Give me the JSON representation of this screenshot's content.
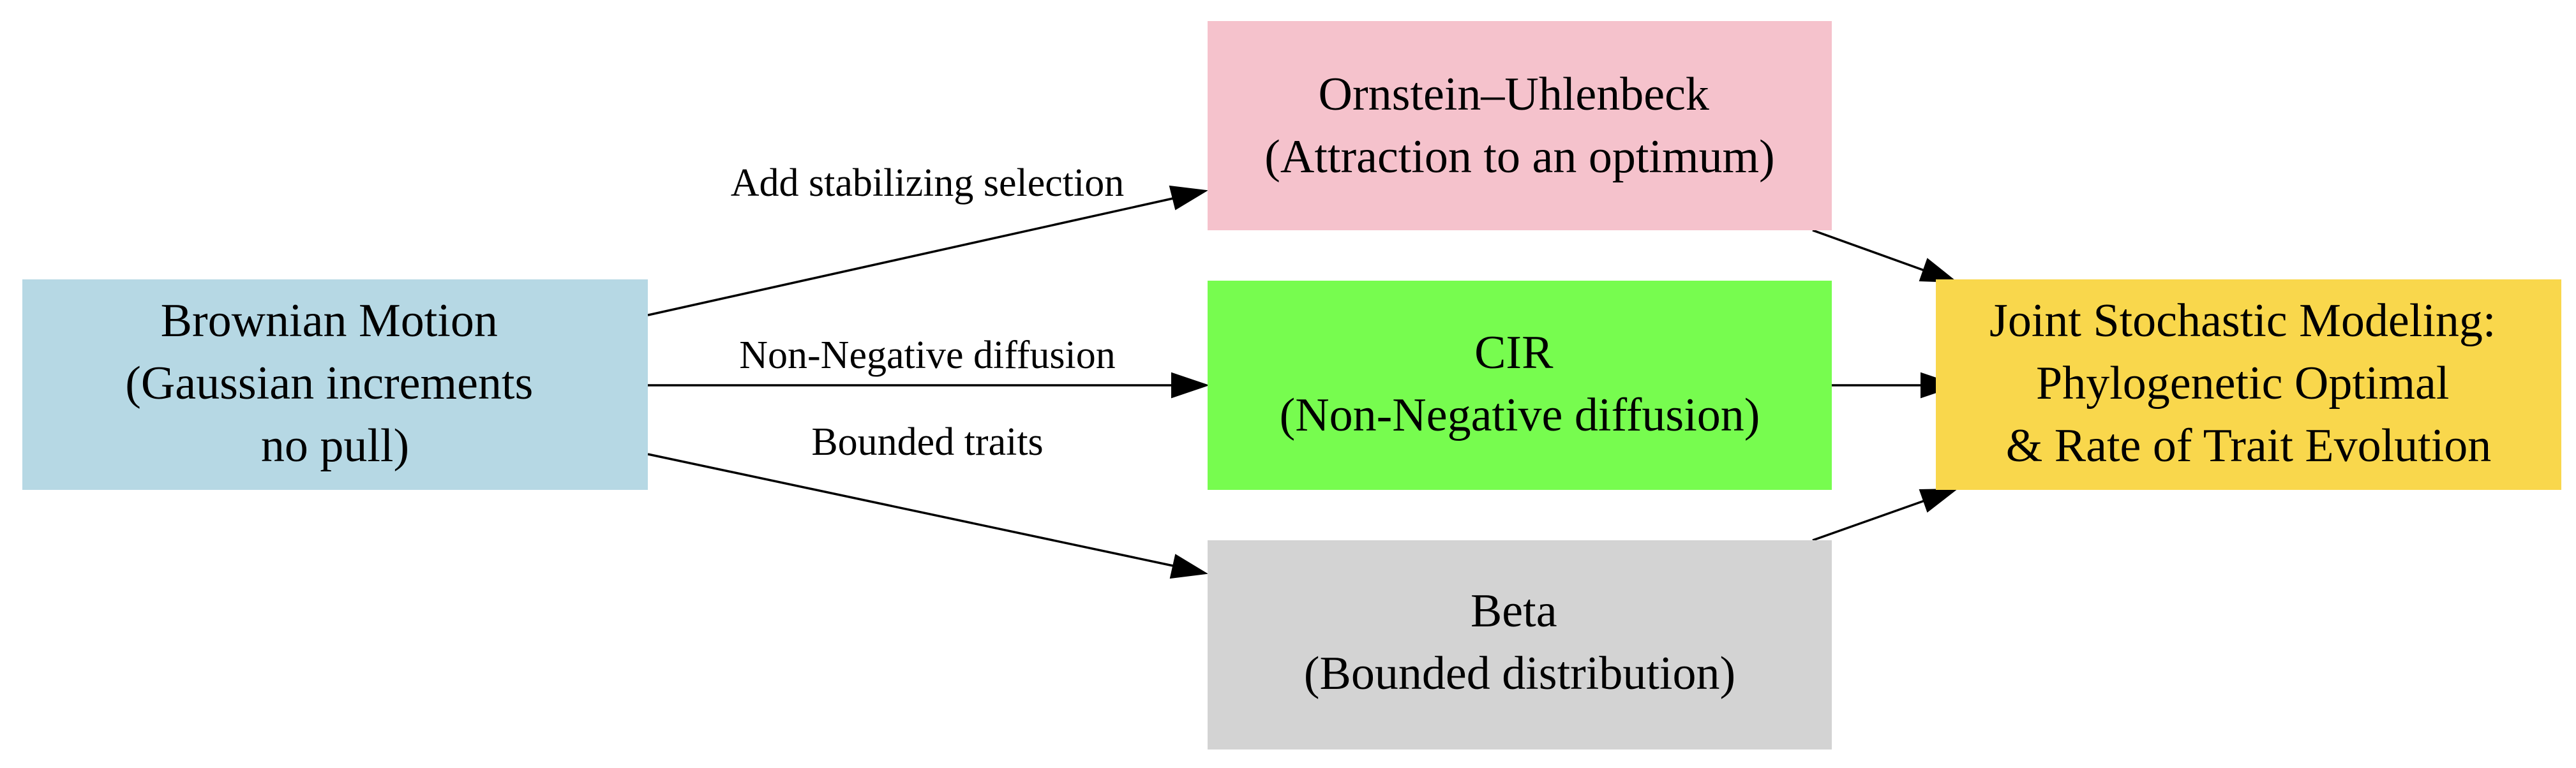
{
  "nodes": {
    "brownian": {
      "lines": [
        "Brownian Motion",
        "(Gaussian increments",
        "no pull)"
      ],
      "color": "#b6d8e4"
    },
    "ou": {
      "lines": [
        "Ornstein–Uhlenbeck",
        "(Attraction to an optimum)"
      ],
      "color": "#f5c2cc"
    },
    "cir": {
      "lines": [
        "CIR",
        "(Non-Negative diffusion)"
      ],
      "color": "#77fc4f"
    },
    "beta": {
      "lines": [
        "Beta",
        "(Bounded distribution)"
      ],
      "color": "#d3d3d3"
    },
    "joint": {
      "lines": [
        "Joint Stochastic Modeling:",
        "Phylogenetic Optimal",
        "& Rate of Trait Evolution"
      ],
      "color": "#f9d74c"
    }
  },
  "edges": {
    "brownian_ou": {
      "label": "Add stabilizing selection"
    },
    "brownian_cir": {
      "label": "Non-Negative diffusion"
    },
    "brownian_beta": {
      "label": "Bounded traits"
    },
    "ou_joint": {
      "label": ""
    },
    "cir_joint": {
      "label": ""
    },
    "beta_joint": {
      "label": ""
    }
  }
}
